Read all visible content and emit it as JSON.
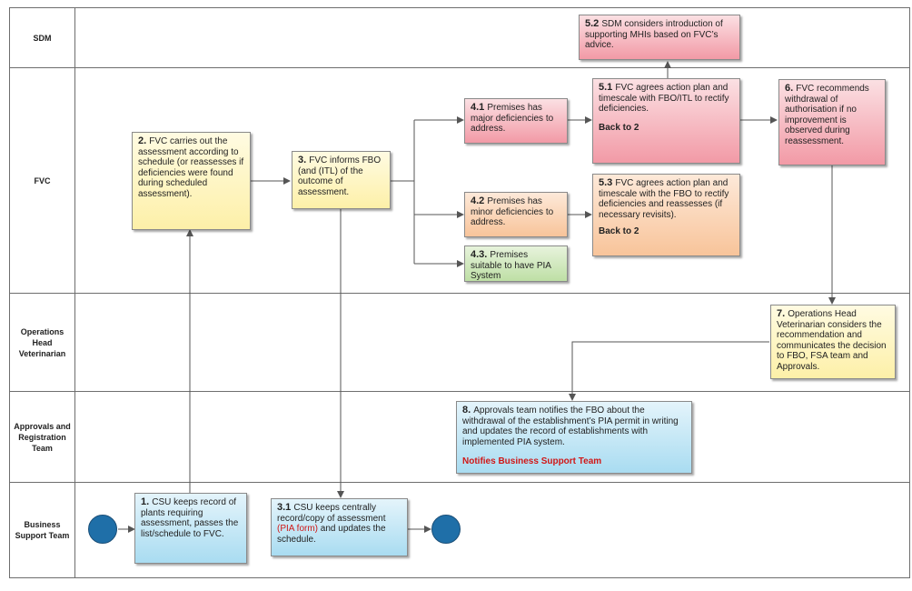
{
  "lanes": {
    "sdm": "SDM",
    "fvc": "FVC",
    "ohv": "Operations Head Veterinarian",
    "art": "Approvals and Registration Team",
    "bst": "Business Support Team"
  },
  "steps": {
    "s1": {
      "num": "1.",
      "text": "CSU keeps record of plants requiring assessment, passes the list/schedule to FVC."
    },
    "s2": {
      "num": "2.",
      "text": "FVC carries out the assessment according to schedule (or reassesses if deficiencies were found during scheduled assessment)."
    },
    "s3": {
      "num": "3.",
      "text": "FVC informs FBO (and (ITL) of the outcome of assessment."
    },
    "s31": {
      "num": "3.1",
      "text_a": "CSU keeps centrally record/copy of assessment",
      "highlight": "(PIA form)",
      "text_b": "and updates the schedule."
    },
    "s41": {
      "num": "4.1",
      "text": "Premises has major deficiencies to address."
    },
    "s42": {
      "num": "4.2",
      "text": "Premises has minor deficiencies to address."
    },
    "s43": {
      "num": "4.3.",
      "text": "Premises suitable to have PIA System"
    },
    "s51": {
      "num": "5.1",
      "text": "FVC agrees action plan and timescale with FBO/ITL to rectify deficiencies.",
      "back": "Back to 2"
    },
    "s52": {
      "num": "5.2",
      "text": "SDM considers introduction of supporting MHIs based on FVC’s advice."
    },
    "s53": {
      "num": "5.3",
      "text": "FVC agrees action plan and timescale with the FBO to rectify deficiencies and reassesses (if necessary revisits).",
      "back": "Back to 2"
    },
    "s6": {
      "num": "6.",
      "text": "FVC recommends withdrawal of authorisation if no improvement is observed during reassessment."
    },
    "s7": {
      "num": "7.",
      "text": "Operations Head Veterinarian considers the recommendation and communicates the decision to FBO, FSA team and Approvals."
    },
    "s8": {
      "num": "8.",
      "text": "Approvals team notifies the FBO about the withdrawal of the establishment’s PIA permit in writing and updates the record of establishments with implemented PIA system.",
      "note": "Notifies Business Support Team"
    }
  },
  "colors": {
    "start_end": "#1f6fa8",
    "highlight_text": "#d01717",
    "connector": "#555555"
  }
}
